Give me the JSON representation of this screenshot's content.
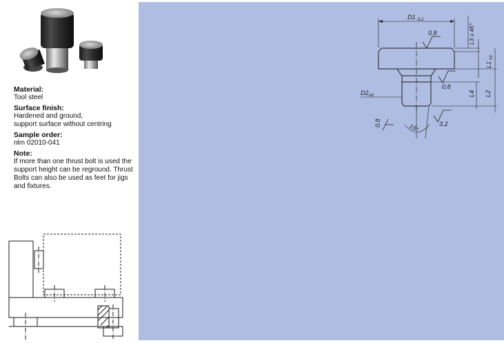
{
  "info": {
    "material_heading": "Material:",
    "material_text": "Tool steel",
    "surface_heading": "Surface finish:",
    "surface_lines": [
      "Hardened and ground,",
      "support surface without centring"
    ],
    "sample_heading": "Sample order:",
    "sample_text": "nlm 02010-041",
    "note_heading": "Note:",
    "note_lines": [
      "If more than one thrust bolt is used the",
      "support height can be reground. Thrust",
      "Bolts can also be used as feet for jigs",
      "and fixtures."
    ]
  },
  "drawing": {
    "d1": "D1",
    "d1_tol": "-0.2",
    "chamfer": "L3 x 45°",
    "roughness_top": "0.8",
    "l1": "L1",
    "l1_tol": "h9",
    "d2": "D2",
    "d2_tol": "n6",
    "roughness_right": "0.8",
    "l4": "L4",
    "l2": "L2",
    "roughness_left": "0.8",
    "angle": "15°",
    "roughness_bottom": "3.2"
  },
  "colors": {
    "panel_bg": "#afbde2",
    "drawing_line": "#1a1a1a"
  }
}
